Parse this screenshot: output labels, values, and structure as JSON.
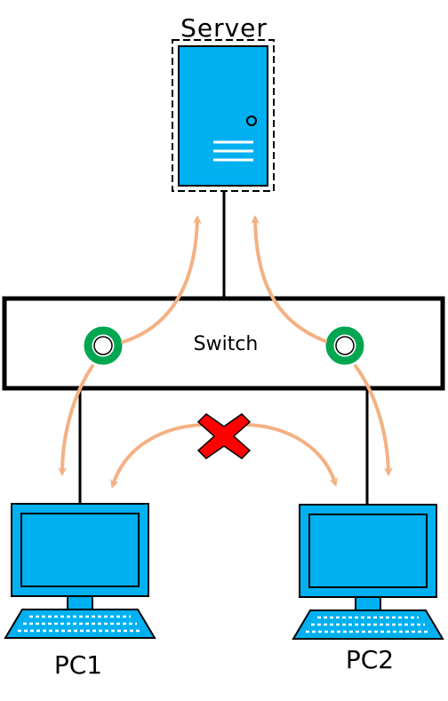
{
  "labels": {
    "server": "Server",
    "switch": "Switch",
    "pc1": "PC1",
    "pc2": "PC2"
  },
  "icons": {
    "server": "server-icon",
    "pc": "monitor-icon",
    "keyboard": "keyboard-icon",
    "port": "port-ring-icon",
    "blocked": "red-x-icon"
  },
  "colors": {
    "device_fill": "#00b0f0",
    "line": "#000000",
    "arrow": "#f4b183",
    "port_ring": "#00a650",
    "blocked_x": "#ff0000"
  }
}
